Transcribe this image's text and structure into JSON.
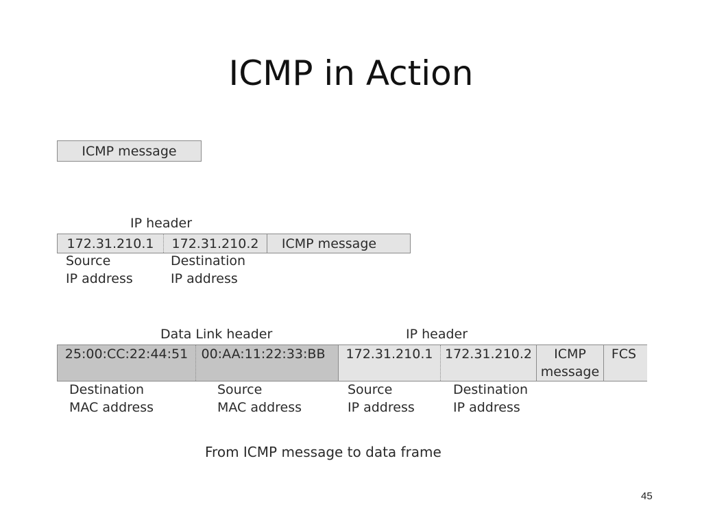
{
  "slide": {
    "title": "ICMP in Action",
    "page_number": "45",
    "caption": "From ICMP message to data frame"
  },
  "diagram": {
    "row1": {
      "message": "ICMP message"
    },
    "row2": {
      "header_label": "IP header",
      "source_ip": "172.31.210.1",
      "destination_ip": "172.31.210.2",
      "message": "ICMP message",
      "source_label_1": "Source",
      "source_label_2": "IP address",
      "dest_label_1": "Destination",
      "dest_label_2": "IP address"
    },
    "row3": {
      "datalink_label": "Data Link header",
      "ip_header_label": "IP header",
      "dest_mac": "25:00:CC:22:44:51",
      "source_mac": "00:AA:11:22:33:BB",
      "source_ip": "172.31.210.1",
      "destination_ip": "172.31.210.2",
      "message_1": "ICMP",
      "message_2": "message",
      "fcs": "FCS",
      "dest_mac_label_1": "Destination",
      "dest_mac_label_2": "MAC address",
      "src_mac_label_1": "Source",
      "src_mac_label_2": "MAC address",
      "src_ip_label_1": "Source",
      "src_ip_label_2": "IP address",
      "dest_ip_label_1": "Destination",
      "dest_ip_label_2": "IP address"
    }
  }
}
